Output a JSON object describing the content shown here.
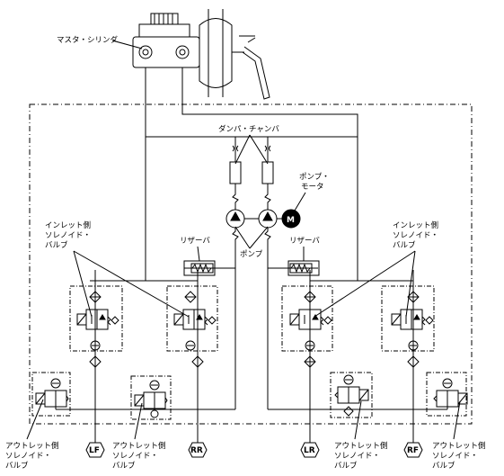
{
  "diagram": {
    "labels": {
      "master_cylinder": "マスタ・シリンダ",
      "damper_chamber": "ダンパ・チャンバ",
      "pump_motor": [
        "ポンプ・",
        "モータ"
      ],
      "motor_symbol": "M",
      "pump": "ポンプ",
      "reservoir_left": "リザーバ",
      "reservoir_right": "リザーバ",
      "inlet_left": [
        "インレット側",
        "ソレノイド・",
        "バルブ"
      ],
      "inlet_right": [
        "インレット側",
        "ソレノイド・",
        "バルブ"
      ],
      "outlet_1": [
        "アウトレット側",
        "ソレノイド・",
        "バルブ"
      ],
      "outlet_2": [
        "アウトレット側",
        "ソレノイド・",
        "バルブ"
      ],
      "outlet_3": [
        "アウトレット側",
        "ソレノイド・",
        "バルブ"
      ],
      "outlet_4": [
        "アウトレット側",
        "ソレノイド・",
        "バルブ"
      ]
    },
    "wheels": [
      "LF",
      "RR",
      "LR",
      "RF"
    ]
  }
}
